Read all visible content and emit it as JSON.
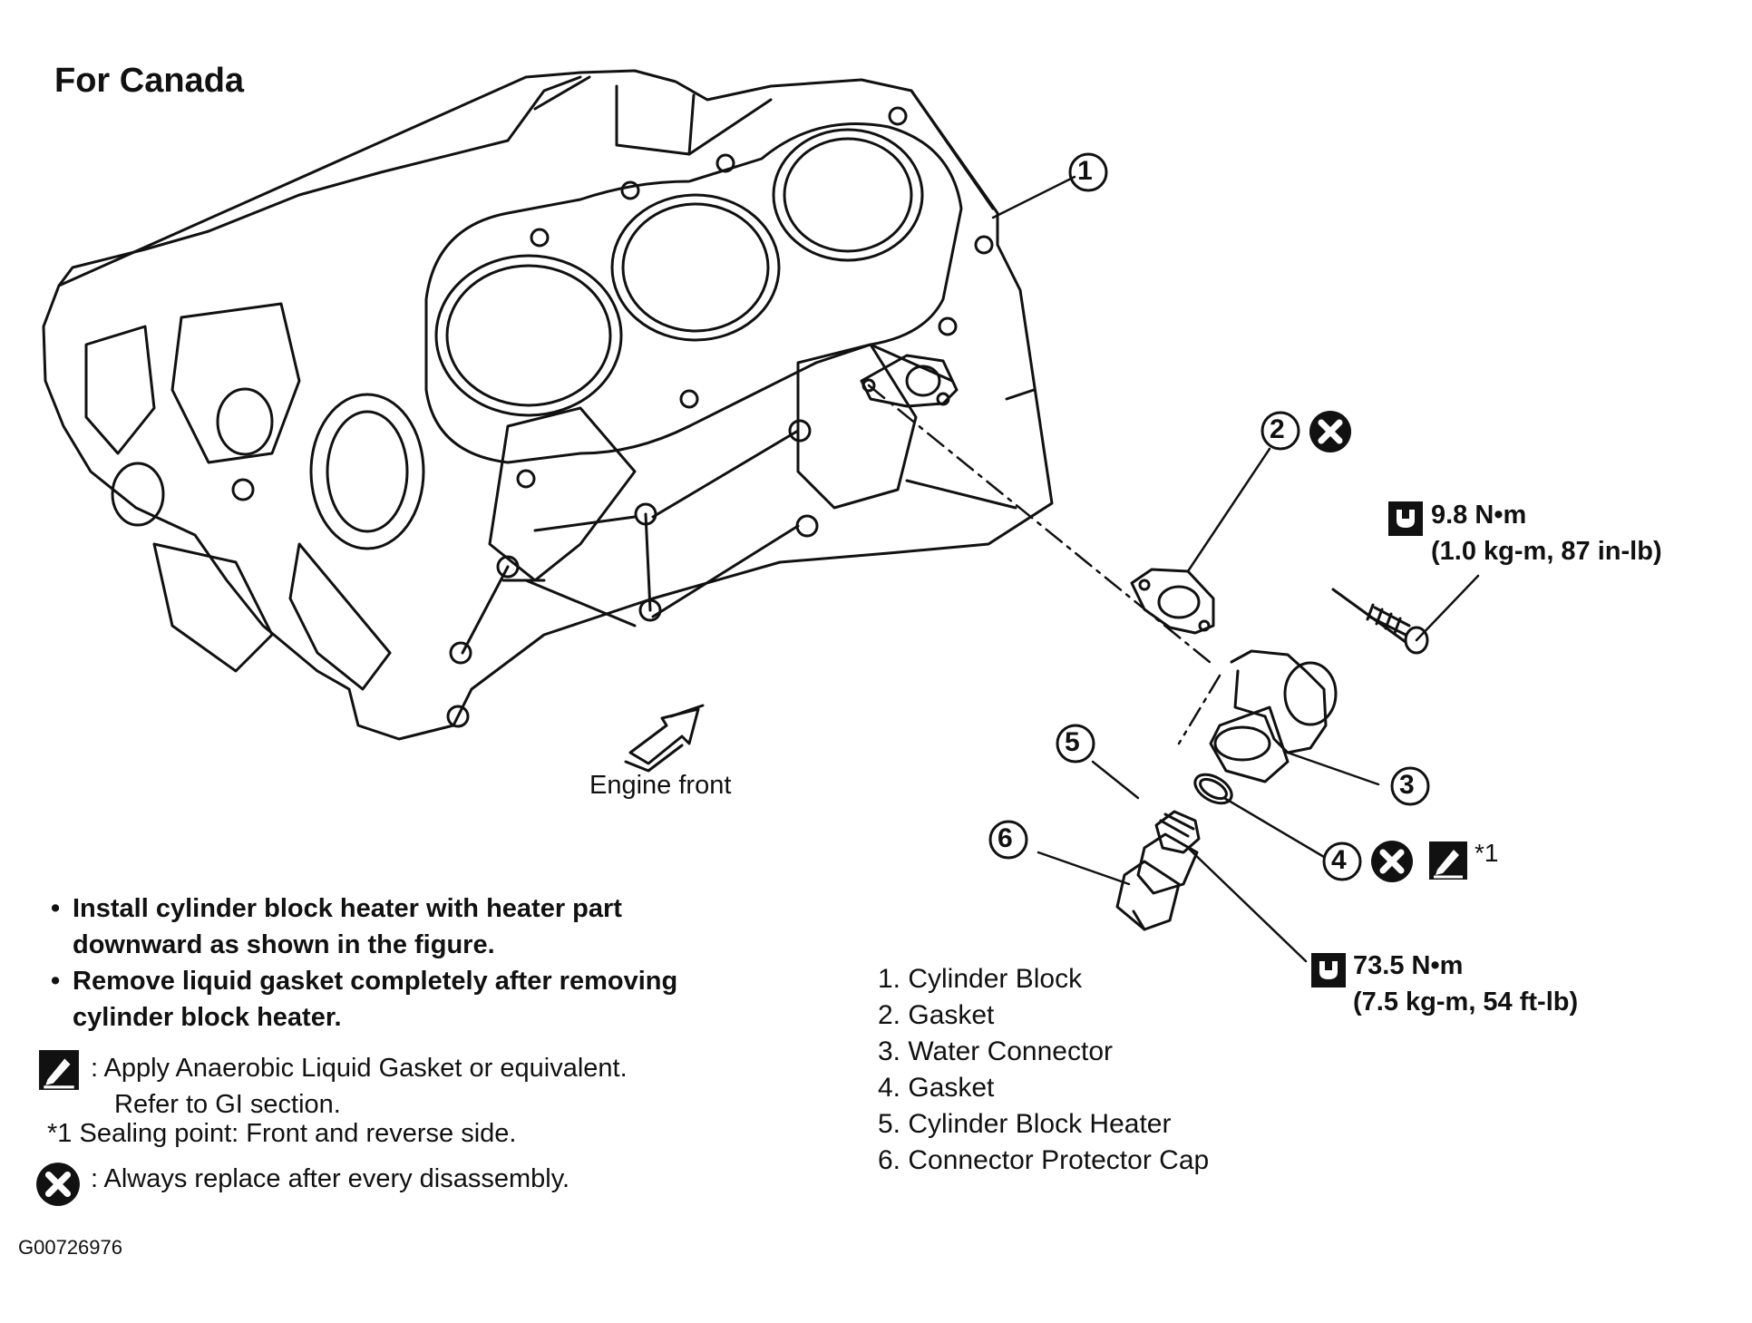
{
  "title": "For Canada",
  "direction_label": "Engine front",
  "callouts": [
    "1",
    "2",
    "3",
    "4",
    "5",
    "6"
  ],
  "torque_specs": [
    {
      "line1": "9.8 N•m",
      "line2": "(1.0 kg-m, 87 in-lb)"
    },
    {
      "line1": "73.5 N•m",
      "line2": "(7.5 kg-m, 54 ft-lb)"
    }
  ],
  "sealing_note_ref": "*1",
  "instructions": [
    {
      "bullet": "•",
      "line1": "Install cylinder block heater with heater part",
      "line2": "downward as shown in the figure."
    },
    {
      "bullet": "•",
      "line1": "Remove liquid gasket completely after removing",
      "line2": "cylinder block heater."
    }
  ],
  "legend": {
    "liquid_gasket_line1": ": Apply Anaerobic Liquid Gasket or equivalent.",
    "liquid_gasket_line2": "Refer to GI section.",
    "sealing_point": "*1 Sealing point: Front and reverse side.",
    "replace": ": Always replace after every disassembly."
  },
  "parts": [
    "1. Cylinder Block",
    "2. Gasket",
    "3. Water Connector",
    "4. Gasket",
    "5. Cylinder Block Heater",
    "6. Connector Protector Cap"
  ],
  "figure_id": "G00726976",
  "icons": {
    "torque": "torque-wrench-icon",
    "replace": "x-circle-icon",
    "liquid_gasket": "liquid-gasket-icon"
  },
  "colors": {
    "line": "#111111",
    "background": "#ffffff"
  }
}
